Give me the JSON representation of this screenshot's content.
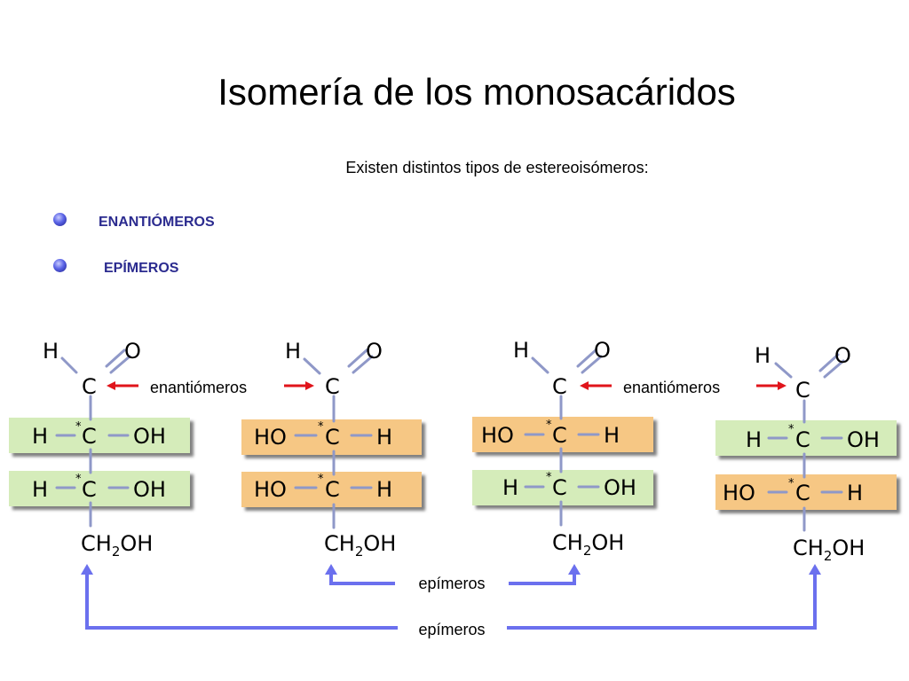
{
  "slide": {
    "title": "Isomería de los monosacáridos",
    "subtitle": "Existen distintos tipos de estereoisómeros:",
    "bullets": [
      "ENANTIÓMEROS",
      "EPÍMEROS"
    ]
  },
  "diagram": {
    "atoms": {
      "H": "H",
      "O": "O",
      "C": "C",
      "HO": "HO",
      "OH": "OH",
      "CH": "CH",
      "sub2": "2",
      "star": "*"
    },
    "labels": {
      "enantiomers": "enantiómeros",
      "epimers_inner": "epímeros",
      "epimers_outer": "epímeros"
    },
    "colors": {
      "green_row": "#d5ecba",
      "orange_row": "#f6c784",
      "bond": "#8f98c8",
      "red_arrow": "#e0141b",
      "blue_arrow": "#6b70ee"
    }
  }
}
